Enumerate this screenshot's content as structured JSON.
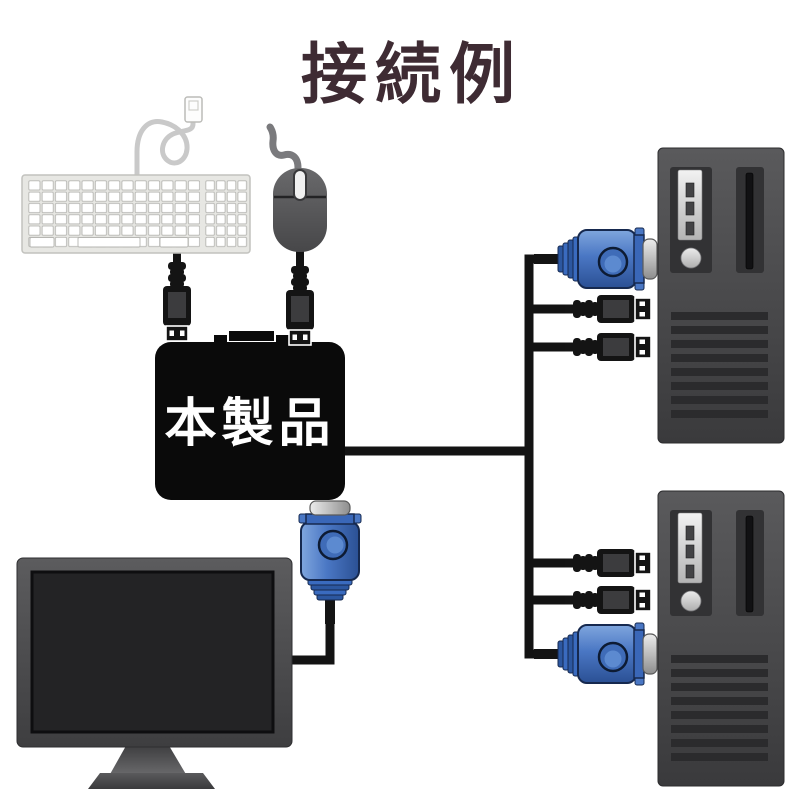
{
  "title": {
    "text": "接続例",
    "color": "#3e2b33"
  },
  "product_box": {
    "label": "本製品",
    "fill": "#0a0a0a",
    "label_color": "#ffffff"
  },
  "diagram": {
    "type": "connection-diagram",
    "peripherals": [
      {
        "id": "keyboard",
        "connector": "USB"
      },
      {
        "id": "mouse",
        "connector": "USB"
      },
      {
        "id": "monitor",
        "connector": "VGA"
      }
    ],
    "computers": [
      {
        "id": "computer-1",
        "connectors": [
          "VGA",
          "USB",
          "USB"
        ]
      },
      {
        "id": "computer-2",
        "connectors": [
          "USB",
          "USB",
          "VGA"
        ]
      }
    ]
  },
  "colors": {
    "background": "#ffffff",
    "line": "#131313",
    "usb_black": "#141414",
    "vga_blue": "#3f6cb8",
    "vga_blue_light": "#7fa6de",
    "vga_blue_dark": "#27509a",
    "metal_silver": "#c4c4c4",
    "tower_gray": "#4a4a4c",
    "monitor_gray": "#4a4a4c",
    "keyboard_light": "#e7e7e3",
    "mouse_gray": "#58585a"
  }
}
